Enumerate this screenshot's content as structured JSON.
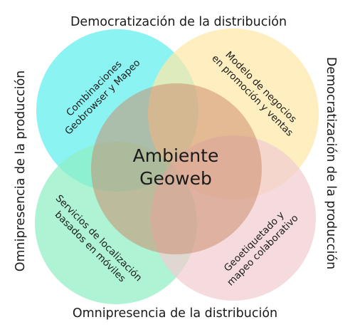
{
  "labels": {
    "top": "Democratización de la distribución",
    "right": "Democratización de la producción",
    "bottom": "Omnipresencia de la distribución",
    "left": "Omnipresencia de la producción"
  },
  "center": {
    "line1": "Ambiente",
    "line2": "Geoweb"
  },
  "quadrants": {
    "top_left": [
      "Combinaciones",
      "Geobrowser y Mapeo"
    ],
    "top_right": [
      "Modelo de negocios",
      "en promoción y ventas"
    ],
    "bottom_left": [
      "Servicios de localización",
      "basados en móviles"
    ],
    "bottom_right": [
      "Geoetiquetado y",
      "mapeo colaborativo"
    ]
  },
  "colors": {
    "top_left": "#5ef0ee",
    "top_right": "#fde7a8",
    "bottom_left": "#8eefc4",
    "bottom_right": "#f1cdd0",
    "center": "#c98a6a"
  }
}
